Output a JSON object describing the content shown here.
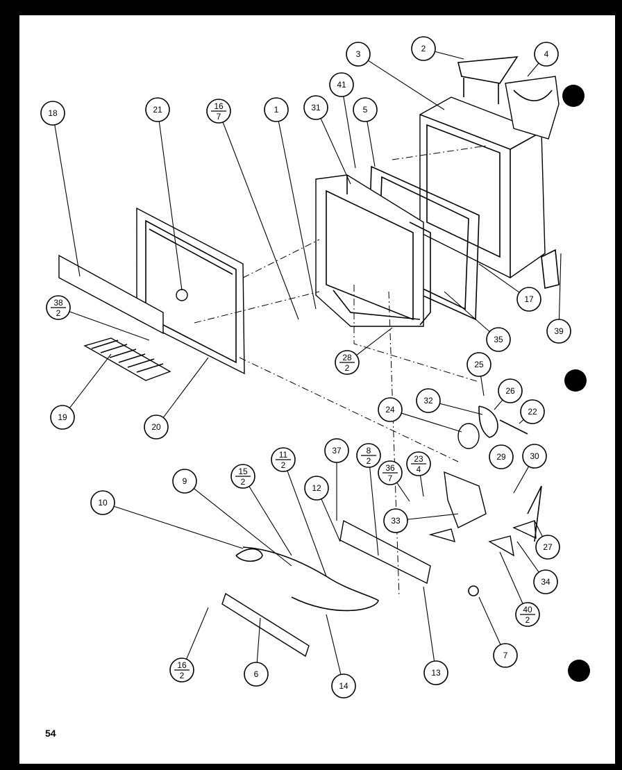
{
  "page_number": "54",
  "callouts": [
    {
      "id": "c-2",
      "num": "2",
      "den": ""
    },
    {
      "id": "c-3",
      "num": "3",
      "den": ""
    },
    {
      "id": "c-4",
      "num": "4",
      "den": ""
    },
    {
      "id": "c-18",
      "num": "18",
      "den": ""
    },
    {
      "id": "c-21",
      "num": "21",
      "den": ""
    },
    {
      "id": "c-16-7",
      "num": "16",
      "den": "7"
    },
    {
      "id": "c-1",
      "num": "1",
      "den": ""
    },
    {
      "id": "c-31",
      "num": "31",
      "den": ""
    },
    {
      "id": "c-41",
      "num": "41",
      "den": ""
    },
    {
      "id": "c-5",
      "num": "5",
      "den": ""
    },
    {
      "id": "c-38-2",
      "num": "38",
      "den": "2"
    },
    {
      "id": "c-19",
      "num": "19",
      "den": ""
    },
    {
      "id": "c-20",
      "num": "20",
      "den": ""
    },
    {
      "id": "c-28-2",
      "num": "28",
      "den": "2"
    },
    {
      "id": "c-17",
      "num": "17",
      "den": ""
    },
    {
      "id": "c-35",
      "num": "35",
      "den": ""
    },
    {
      "id": "c-39",
      "num": "39",
      "den": ""
    },
    {
      "id": "c-25",
      "num": "25",
      "den": ""
    },
    {
      "id": "c-26",
      "num": "26",
      "den": ""
    },
    {
      "id": "c-32",
      "num": "32",
      "den": ""
    },
    {
      "id": "c-24",
      "num": "24",
      "den": ""
    },
    {
      "id": "c-22",
      "num": "22",
      "den": ""
    },
    {
      "id": "c-29",
      "num": "29",
      "den": ""
    },
    {
      "id": "c-30",
      "num": "30",
      "den": ""
    },
    {
      "id": "c-37",
      "num": "37",
      "den": ""
    },
    {
      "id": "c-8-2",
      "num": "8",
      "den": "2"
    },
    {
      "id": "c-36-7",
      "num": "36",
      "den": "7"
    },
    {
      "id": "c-23-4",
      "num": "23",
      "den": "4"
    },
    {
      "id": "c-11-2",
      "num": "11",
      "den": "2"
    },
    {
      "id": "c-15-2",
      "num": "15",
      "den": "2"
    },
    {
      "id": "c-9",
      "num": "9",
      "den": ""
    },
    {
      "id": "c-10",
      "num": "10",
      "den": ""
    },
    {
      "id": "c-12",
      "num": "12",
      "den": ""
    },
    {
      "id": "c-33",
      "num": "33",
      "den": ""
    },
    {
      "id": "c-27",
      "num": "27",
      "den": ""
    },
    {
      "id": "c-34",
      "num": "34",
      "den": ""
    },
    {
      "id": "c-40-2",
      "num": "40",
      "den": "2"
    },
    {
      "id": "c-7",
      "num": "7",
      "den": ""
    },
    {
      "id": "c-13",
      "num": "13",
      "den": ""
    },
    {
      "id": "c-14",
      "num": "14",
      "den": ""
    },
    {
      "id": "c-6",
      "num": "6",
      "den": ""
    },
    {
      "id": "c-16-2",
      "num": "16",
      "den": "2"
    }
  ]
}
